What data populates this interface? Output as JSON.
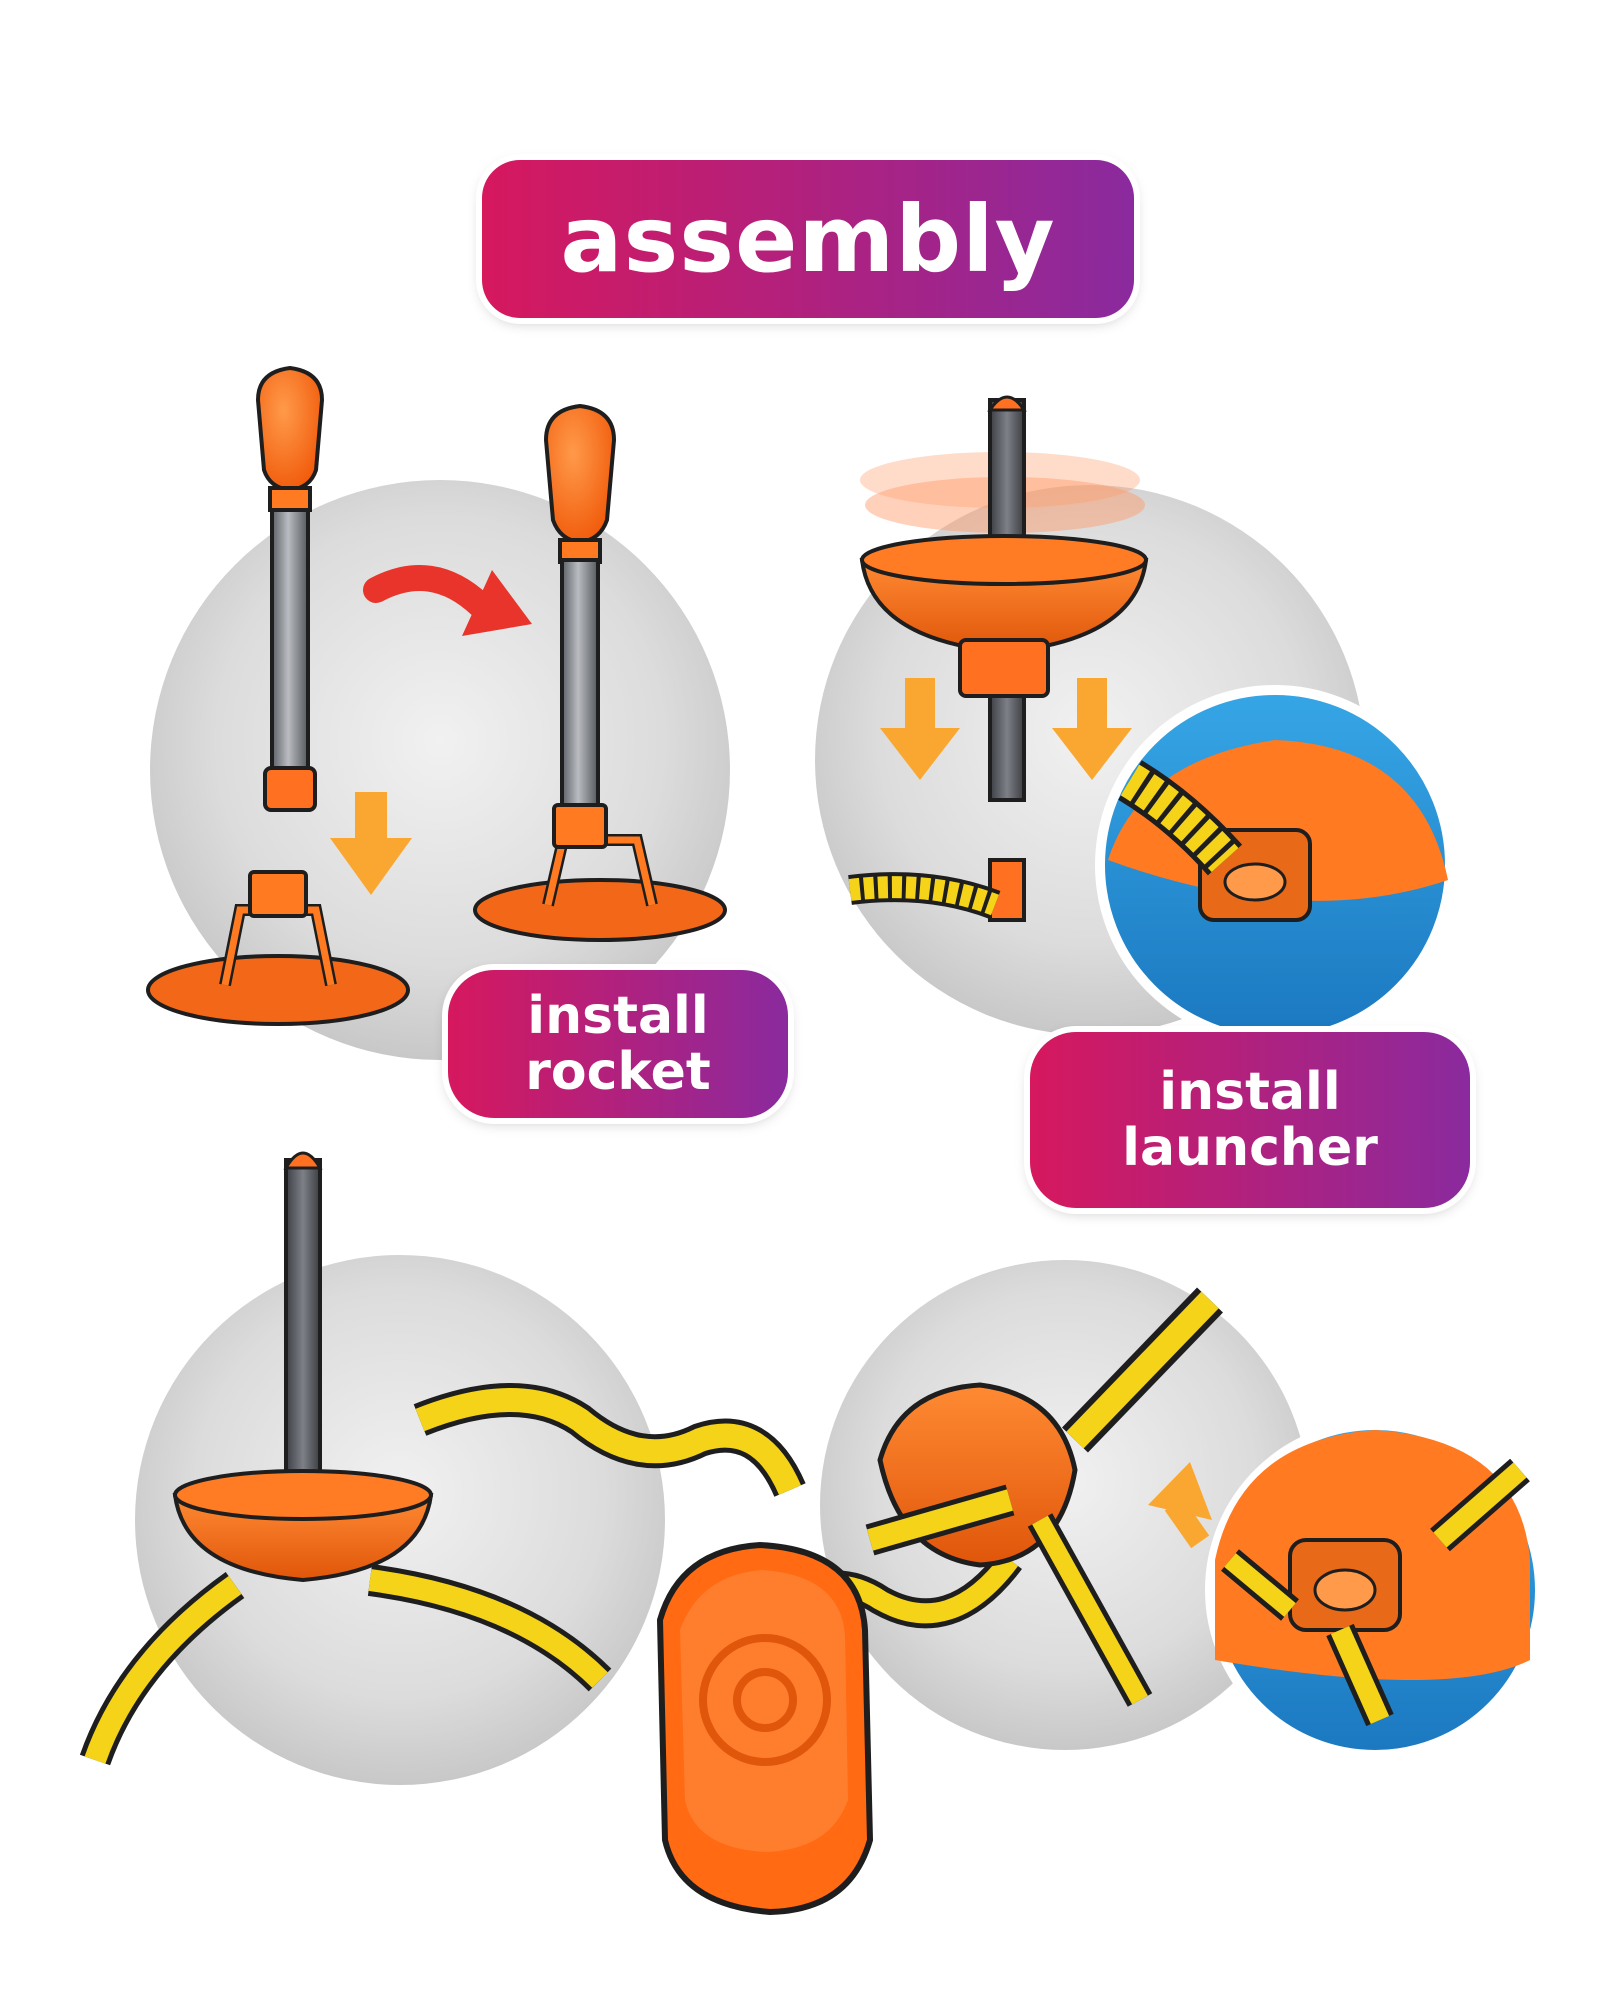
{
  "colors": {
    "pill_gradient_start": "#d6185e",
    "pill_gradient_end": "#8a2a9e",
    "rocket_orange": "#ff6a13",
    "hose_yellow": "#f5d319",
    "arrow_amber": "#f9a730",
    "arrow_red": "#e8342a",
    "rod_gray": "#8a8f96",
    "circle_gray": "#d9d9d9"
  },
  "header": {
    "title": "assembly"
  },
  "steps": [
    {
      "line1": "install",
      "line2": "rocket",
      "icon": "rocket-icon"
    },
    {
      "line1": "install",
      "line2": "launcher",
      "icon": "launcher-icon"
    }
  ],
  "icons": [
    "curved-arrow-icon",
    "down-arrow-icon",
    "up-arrow-icon",
    "foot-pump-icon"
  ]
}
